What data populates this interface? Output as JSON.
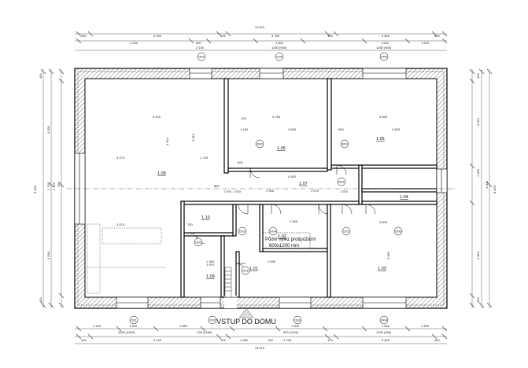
{
  "plan": {
    "total_width": "13 870",
    "total_depth_left": "8 820",
    "total_depth_right": "8 820",
    "entrance_label": "VSTUP DO DOMU",
    "attic_label": "Půdní výlez protipožární",
    "attic_size": "600x1200 mm"
  },
  "rooms": [
    {
      "id": "1.01"
    },
    {
      "id": "1.02"
    },
    {
      "id": "1.03"
    },
    {
      "id": "1.04"
    },
    {
      "id": "1.05"
    },
    {
      "id": "1.06"
    },
    {
      "id": "1.07"
    },
    {
      "id": "1.08"
    },
    {
      "id": "1.09"
    },
    {
      "id": "1.10"
    }
  ],
  "door_tags": [
    "D01",
    "D02",
    "D02",
    "D03",
    "D03",
    "D04",
    "D04",
    "D05",
    "D06"
  ],
  "window_tags": [
    "O01",
    "O02",
    "O03",
    "O04",
    "O07",
    "O04",
    "O04",
    "O01",
    "O02",
    "O03",
    "O04"
  ],
  "dims_top_outer": [
    "400",
    "5 200",
    "125",
    "3 765",
    "125",
    "3 825",
    "400"
  ],
  "dims_top_inner": [
    "4 200",
    "600",
    "1 600",
    "1 600",
    "1 515"
  ],
  "dims_top_windows": [
    "2 150",
    "1250 (900)",
    "1250 (900)"
  ],
  "dims_bottom_outer": [
    "400",
    "5 140",
    "125",
    "1 060",
    "125",
    "3 765",
    "125",
    "3 825",
    "400"
  ],
  "dims_bottom_inner": [
    "1 440",
    "1 400",
    "1 660",
    "1 600",
    "1 600",
    "1 455"
  ],
  "dims_bottom_windows": [
    "1000 (1150)",
    "700 (1450)",
    "900 (1200)",
    "1250 (900)"
  ],
  "dims_left": [
    "400",
    "3 590",
    "125",
    "2 700",
    "2 150",
    "3 590",
    "400"
  ],
  "dims_right": [
    "400",
    "3 910",
    "1 460",
    "1 400",
    "3 810",
    "400"
  ],
  "interior_dims": [
    "5 200",
    "4 010",
    "4 010",
    "1 725",
    "3 475",
    "3 475",
    "3 765",
    "1 150",
    "2 645",
    "3 825",
    "2 825",
    "4 920",
    "1 970",
    "1 995",
    "1 970",
    "2 595",
    "1 970",
    "3 825",
    "2 695",
    "1 970",
    "1 000",
    "2 530",
    "1 970",
    "3 355",
    "800",
    "700",
    "600",
    "125",
    "500"
  ]
}
